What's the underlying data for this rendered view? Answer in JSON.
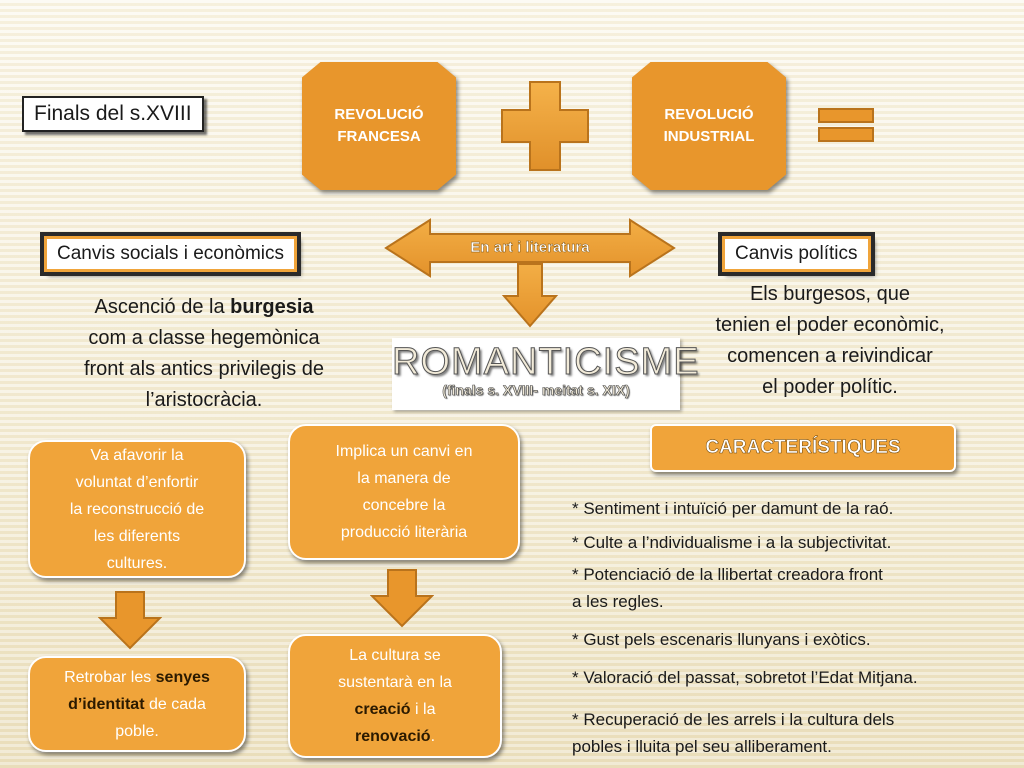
{
  "header": {
    "period": "Finals del s.XVIII",
    "revolution_french": [
      "REVOLUCIÓ",
      "FRANCESA"
    ],
    "revolution_industrial": [
      "REVOLUCIÓ",
      "INDUSTRIAL"
    ]
  },
  "branches": {
    "social": "Canvis socials i econòmics",
    "art": "En art i literatura",
    "political": "Canvis polítics"
  },
  "social_text": {
    "l1_pre": "Ascenció de la ",
    "l1_bold": "burgesia",
    "l2": "com a classe hegemònica",
    "l3": "front als antics privilegis de",
    "l4": "l’aristocràcia."
  },
  "political_text": [
    "Els burgesos, que",
    "tenien el poder econòmic,",
    "comencen a reivindicar",
    "el poder polític."
  ],
  "center": {
    "title": "ROMANTICISME",
    "subtitle": "(finals s. XVIII- meitat s. XIX)"
  },
  "left_column": {
    "box1": [
      "Va afavorir la",
      "voluntat d’enfortir",
      "la reconstrucció de",
      "les diferents",
      "cultures."
    ],
    "box2_pre": "Retrobar les ",
    "box2_bold1": "senyes",
    "box2_bold2": "d’identitat",
    "box2_post": " de cada",
    "box2_last": "poble."
  },
  "middle_column": {
    "box1": [
      "Implica un canvi en",
      "la manera de",
      "concebre la",
      "producció literària"
    ],
    "box2_l1": "La cultura se",
    "box2_l2": "sustentarà en la",
    "box2_bold1": "creació",
    "box2_mid": " i la",
    "box2_bold2": "renovació",
    "box2_end": "."
  },
  "characteristics": {
    "title": "CARACTERÍSTIQUES",
    "items": [
      "* Sentiment i intuïció per damunt de la raó.",
      "* Culte a l’ndividualisme i a la subjectivitat.",
      "* Potenciació de la llibertat creadora front",
      "a les regles.",
      "* Gust pels escenaris llunyans i exòtics.",
      "* Valoració del passat, sobretot l’Edat Mitjana.",
      "* Recuperació de les arrels i la cultura dels",
      "pobles i lluita pel seu alliberament."
    ]
  },
  "colors": {
    "accent": "#f0a43a",
    "dark_orange": "#e8962c",
    "background": "#f3ecd6"
  }
}
